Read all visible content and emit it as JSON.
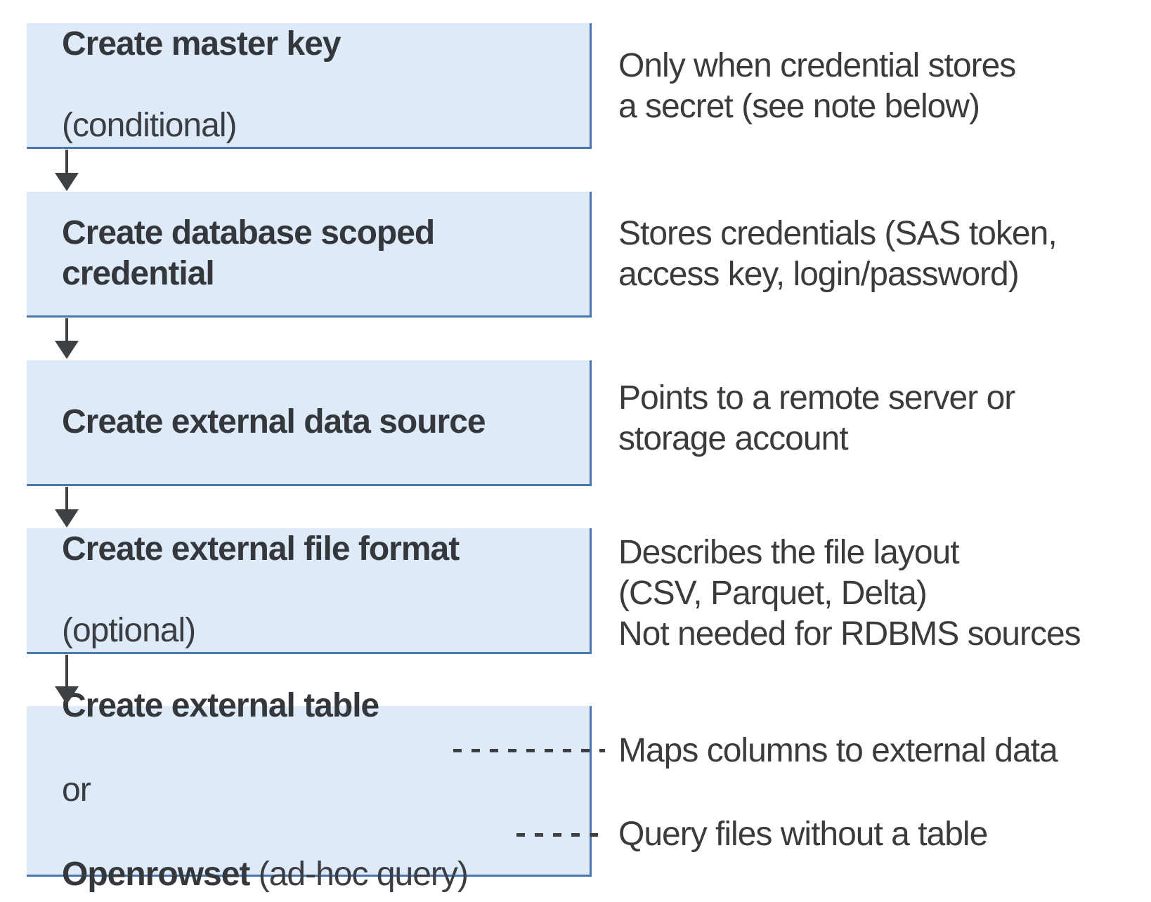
{
  "colors": {
    "box_fill": "#deeaf8",
    "box_border": "#4a77ae",
    "arrow": "#3f4245",
    "box_text": "#34373c",
    "annotation_text": "#3b3b3b",
    "background": "#ffffff"
  },
  "boxes": [
    {
      "title": "Create master key",
      "subtitle": "(conditional)"
    },
    {
      "title": "Create database scoped\ncredential"
    },
    {
      "title": "Create external data source"
    },
    {
      "title": "Create external file format",
      "subtitle": "(optional)"
    },
    {
      "line1": "Create external table",
      "line2": "or",
      "line3_bold": "Openrowset",
      "line3_rest": " (ad-hoc query)"
    }
  ],
  "annotations": [
    {
      "text": "Only when credential stores\na secret (see note below)"
    },
    {
      "text": "Stores credentials (SAS token,\naccess key, login/password)"
    },
    {
      "text": "Points to a remote server or\nstorage account"
    },
    {
      "text": "Describes the file layout\n(CSV, Parquet, Delta)\nNot needed for RDBMS sources"
    },
    {
      "text": "Maps columns to external data"
    },
    {
      "text": "Query files without a table"
    }
  ]
}
